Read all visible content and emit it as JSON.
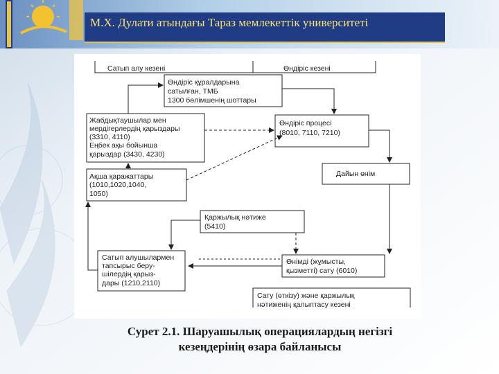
{
  "slide": {
    "title": "М.Х. Дулати атындағы Тараз мемлекеттік университеті",
    "caption_line1": "Сурет 2.1. Шаруашылық операциялардың негізгі",
    "caption_line2": "кезеңдерінің өзара байланысы"
  },
  "diagram": {
    "header_left": "Сатып алу кезені",
    "header_right": "Өндіріс кезені",
    "box_equipment": [
      "Өндіріс құралдарына",
      "сатылған, ТМБ",
      "1300 бөлімшенің шоттары"
    ],
    "box_liabilities": [
      "Жабдықтаушылар мен",
      "мердігерлердің қарыздары",
      "(3310, 4110)",
      "Еңбек ақы бойынша",
      "қарыздар (3430, 4230)"
    ],
    "box_production": [
      "Өндіріс процесі",
      "(8010, 7110, 7210)"
    ],
    "box_product": "Дайын өнім",
    "box_cash": [
      "Ақша қаражаттары",
      "(1010,1020,1040,",
      "1050)"
    ],
    "box_result": [
      "Қаржылық нәтиже",
      "(5410)"
    ],
    "box_buyers": [
      "Сатып алушылармен",
      "тапсырыс беру-",
      "шілердің қарыз-",
      "дары (1210,2110)"
    ],
    "box_sales": [
      "Өнімді (жұмысты,",
      "қызметті) сату (6010)"
    ],
    "box_period": [
      "Сату (өткізу) және қаржылық",
      "нәтиженің қалыптасу кезені"
    ]
  },
  "colors": {
    "title_bg": "#1f3c84",
    "title_text": "#f7e27a",
    "stripe": "#e8c24a"
  }
}
